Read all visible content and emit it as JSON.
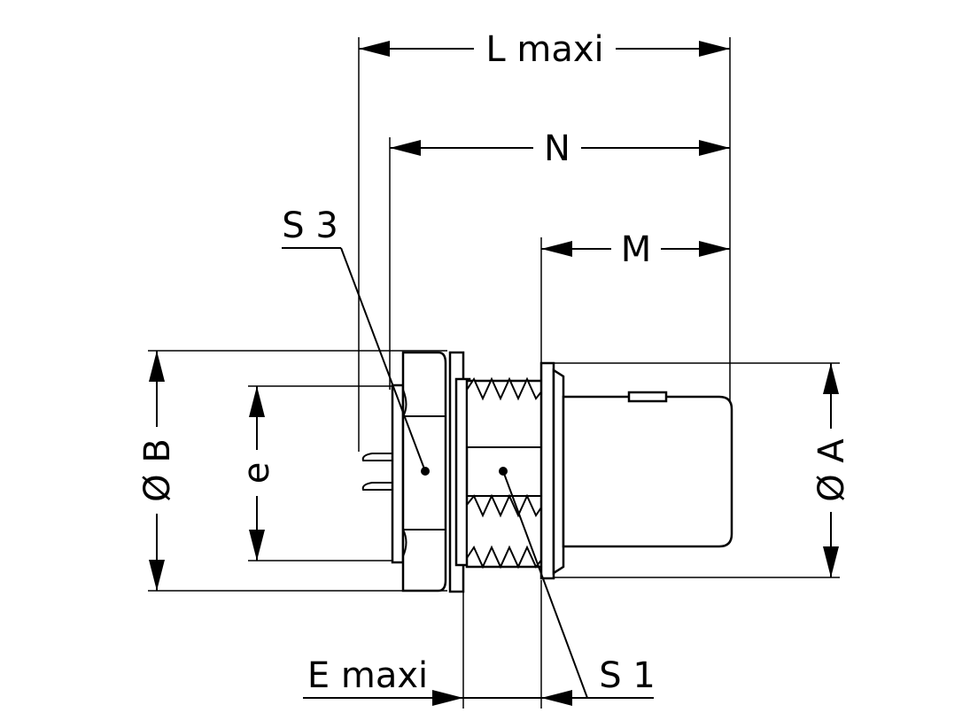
{
  "labels": {
    "l_maxi": "L maxi",
    "n": "N",
    "m": "M",
    "s3": "S 3",
    "s1": "S 1",
    "e_maxi": "E maxi",
    "dia_b": "Ø B",
    "dia_a": "Ø A",
    "e": "e"
  }
}
